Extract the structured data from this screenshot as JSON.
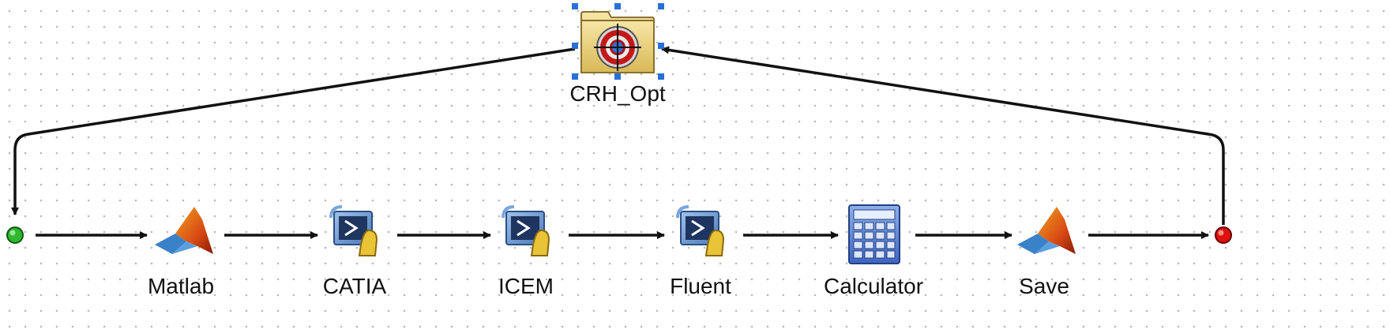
{
  "workflow": {
    "optimizer": {
      "label": "CRH_Opt",
      "icon": "optimizer-folder-icon"
    },
    "start": {
      "icon": "start-node-icon",
      "color": "#2eb82e"
    },
    "end": {
      "icon": "end-node-icon",
      "color": "#e01010"
    },
    "components": [
      {
        "label": "Matlab",
        "icon": "matlab-icon"
      },
      {
        "label": "CATIA",
        "icon": "script-terminal-icon"
      },
      {
        "label": "ICEM",
        "icon": "script-terminal-icon"
      },
      {
        "label": "Fluent",
        "icon": "script-terminal-icon"
      },
      {
        "label": "Calculator",
        "icon": "calculator-icon"
      },
      {
        "label": "Save",
        "icon": "matlab-icon"
      }
    ]
  },
  "colors": {
    "selection_handle": "#2a6fd6",
    "arrow": "#111111",
    "folder": "#e8cf7a"
  }
}
